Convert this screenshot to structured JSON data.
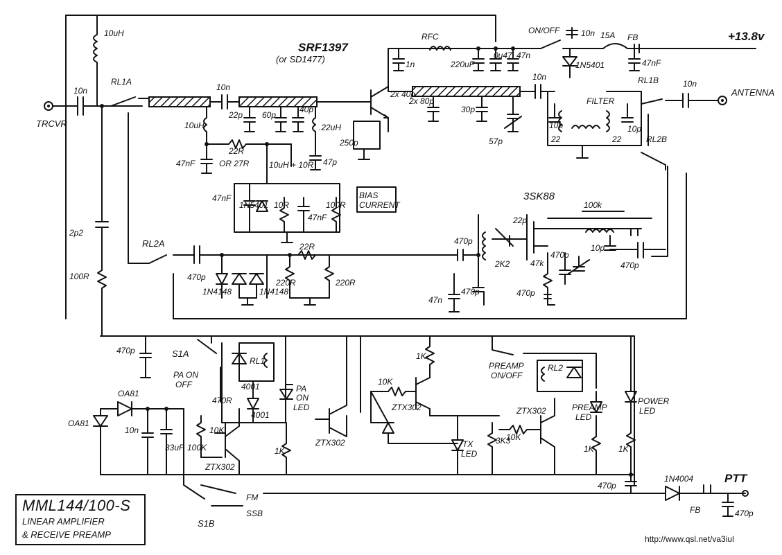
{
  "title": {
    "line1": "MML144/100-S",
    "line2": "LINEAR AMPLIFIER",
    "line3": "& RECEIVE PREAMP"
  },
  "watermark_url": "http://www.qsl.net/va3iul",
  "connectors": {
    "trcvr": "TRCVR",
    "antenna": "ANTENNA",
    "supply": "+13.8v",
    "ptt": "PTT"
  },
  "devices": {
    "pa_transistor": "SRF1397",
    "pa_alt": "(or SD1477)",
    "preamp_fet": "3SK88",
    "bias": "BIAS\nCURRENT",
    "filter": "FILTER"
  },
  "relays": {
    "rl1a": "RL1A",
    "rl1b": "RL1B",
    "rl2a": "RL2A",
    "rl2b": "RL2B",
    "rl1": "RL1",
    "rl2": "RL2"
  },
  "switches": {
    "on_off": "ON/OFF",
    "s1a": "S1A",
    "pa_on_off": "PA ON\nOFF",
    "preamp_on_off": "PREAMP\nON/OFF",
    "s1b": "S1B",
    "fm": "FM",
    "ssb": "SSB"
  },
  "leds": {
    "pa_on": "PA\nON\nLED",
    "tx": "TX\nLED",
    "preamp": "PREAMP\nLED",
    "power": "POWER\nLED"
  },
  "components": {
    "l_10uh_top": "10uH",
    "c_10n_in": "10n",
    "c_10n_mid": "10n",
    "rfc": "RFC",
    "c_1n": "1n",
    "c_220uf": "220uF",
    "c_0u47": "0u47",
    "c_47n_top": "47n",
    "c_10n_sw": "10n",
    "fuse": "15A",
    "fb_top": "FB",
    "c_47nf_top": "47nF",
    "d_in5401_top": "1N5401",
    "c_10n_out": "10n",
    "c_10n_ant": "10n",
    "c_22p_a": "22p",
    "c_60p": "60p",
    "c_40p": "40p",
    "l_22uh": ".22uH",
    "c_47p_a": "47p",
    "l_10uh_b": "10uH",
    "r_22r": "22R",
    "r_27r": "OR 27R",
    "c_47nf_a": "47nF",
    "l_10uh_c": "10uH + 10R",
    "c_2x40p": "2x\n40\np",
    "c_2x80p": "2x\n80p",
    "c_250p": "250p",
    "c_30p": "30p",
    "c_57p": "57p",
    "c_10p_a": "10p",
    "c_10p_b": "10p",
    "c_22_a": "22",
    "c_22_b": "22",
    "c_47nf_b": "47\nnF",
    "d_in5401_b": "1N5401",
    "r_10r": "10R",
    "c_47nf_c": "47nF",
    "r_100r_bias": "100R",
    "c_2p2": "2p2",
    "r_100r": "100R",
    "c_470p_a": "470p",
    "d_in4148_a": "1N4148",
    "d_in4148_b": "1N4148",
    "r_220r_a": "220R",
    "r_22r_b": "22R",
    "r_220r_b": "220R",
    "c_470p_b": "470p",
    "l_2k2": "2K2",
    "c_22p_b": "22p",
    "r_47k": "47k",
    "c_470p_c": "470p",
    "c_10p_c": "10p",
    "r_100k": "100k",
    "c_470p_d": "470p",
    "c_47n_b": "47n",
    "c_470p_e": "470p",
    "c_470p_f": "470p",
    "c_470p_g": "470p",
    "d_4001_a": "4001",
    "d_4001_b": "4001",
    "r_470r": "470R",
    "r_1k_a": "1K",
    "r_10k_a": "10K",
    "r_10k_b": "10K",
    "r_1k_b": "1K",
    "r_3k3": "3K3",
    "r_10k_c": "10K",
    "r_1k_c": "1K",
    "r_1k_d": "1K",
    "r_100k_b": "100K",
    "c_33uf": "33\nuF",
    "c_10n_low": "10n",
    "oa81_a": "OA81",
    "oa81_b": "OA81",
    "q_ztx302_a": "ZTX302",
    "q_ztx302_b": "ZTX302",
    "q_ztx302_c": "ZTX302",
    "q_ztx302_d": "ZTX302",
    "d_in4004": "1N4004",
    "fb_low": "FB",
    "c_470p_ptt": "470p"
  }
}
